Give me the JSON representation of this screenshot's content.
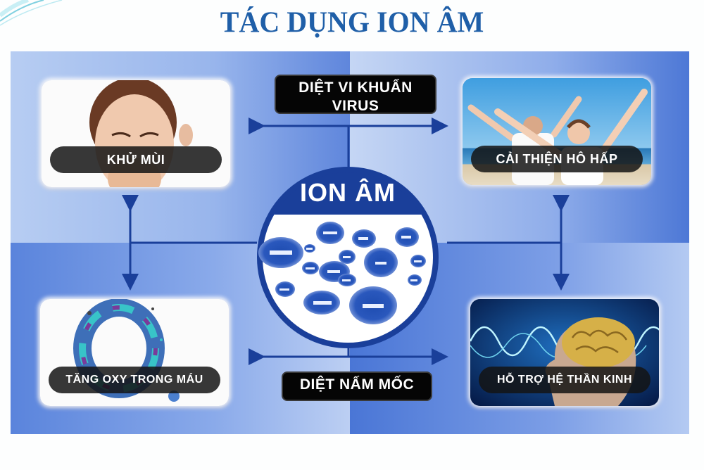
{
  "page": {
    "title": "TÁC DỤNG ION ÂM"
  },
  "center": {
    "label": "ION ÂM",
    "ion_symbol": "minus-sign"
  },
  "benefits": [
    {
      "id": "khu-mui",
      "label": "KHỬ MÙI",
      "position": "top-left",
      "image": "woman-covering-nose-photo"
    },
    {
      "id": "cai-thien-ho-hap",
      "label": "CẢI THIỆN HÔ HẤP",
      "position": "top-right",
      "image": "people-raising-arms-beach-photo"
    },
    {
      "id": "tang-oxy",
      "label": "TĂNG OXY TRONG MÁU",
      "position": "bottom-left",
      "image": "paint-splash-letter-O"
    },
    {
      "id": "ho-tro-than-kinh",
      "label": "HỖ TRỢ HỆ THẦN KINH",
      "position": "bottom-right",
      "image": "brain-with-waves-illustration"
    }
  ],
  "tags": {
    "top_line1": "DIỆT VI KHUẨN",
    "top_line2": "VIRUS",
    "bottom": "DIỆT NẤM MỐC"
  },
  "colors": {
    "title": "#1f5fa8",
    "connector": "#1a3f9a",
    "circle_border": "#1a3f9a",
    "tag_bg": "#050505",
    "ion": "#2a55b8"
  }
}
